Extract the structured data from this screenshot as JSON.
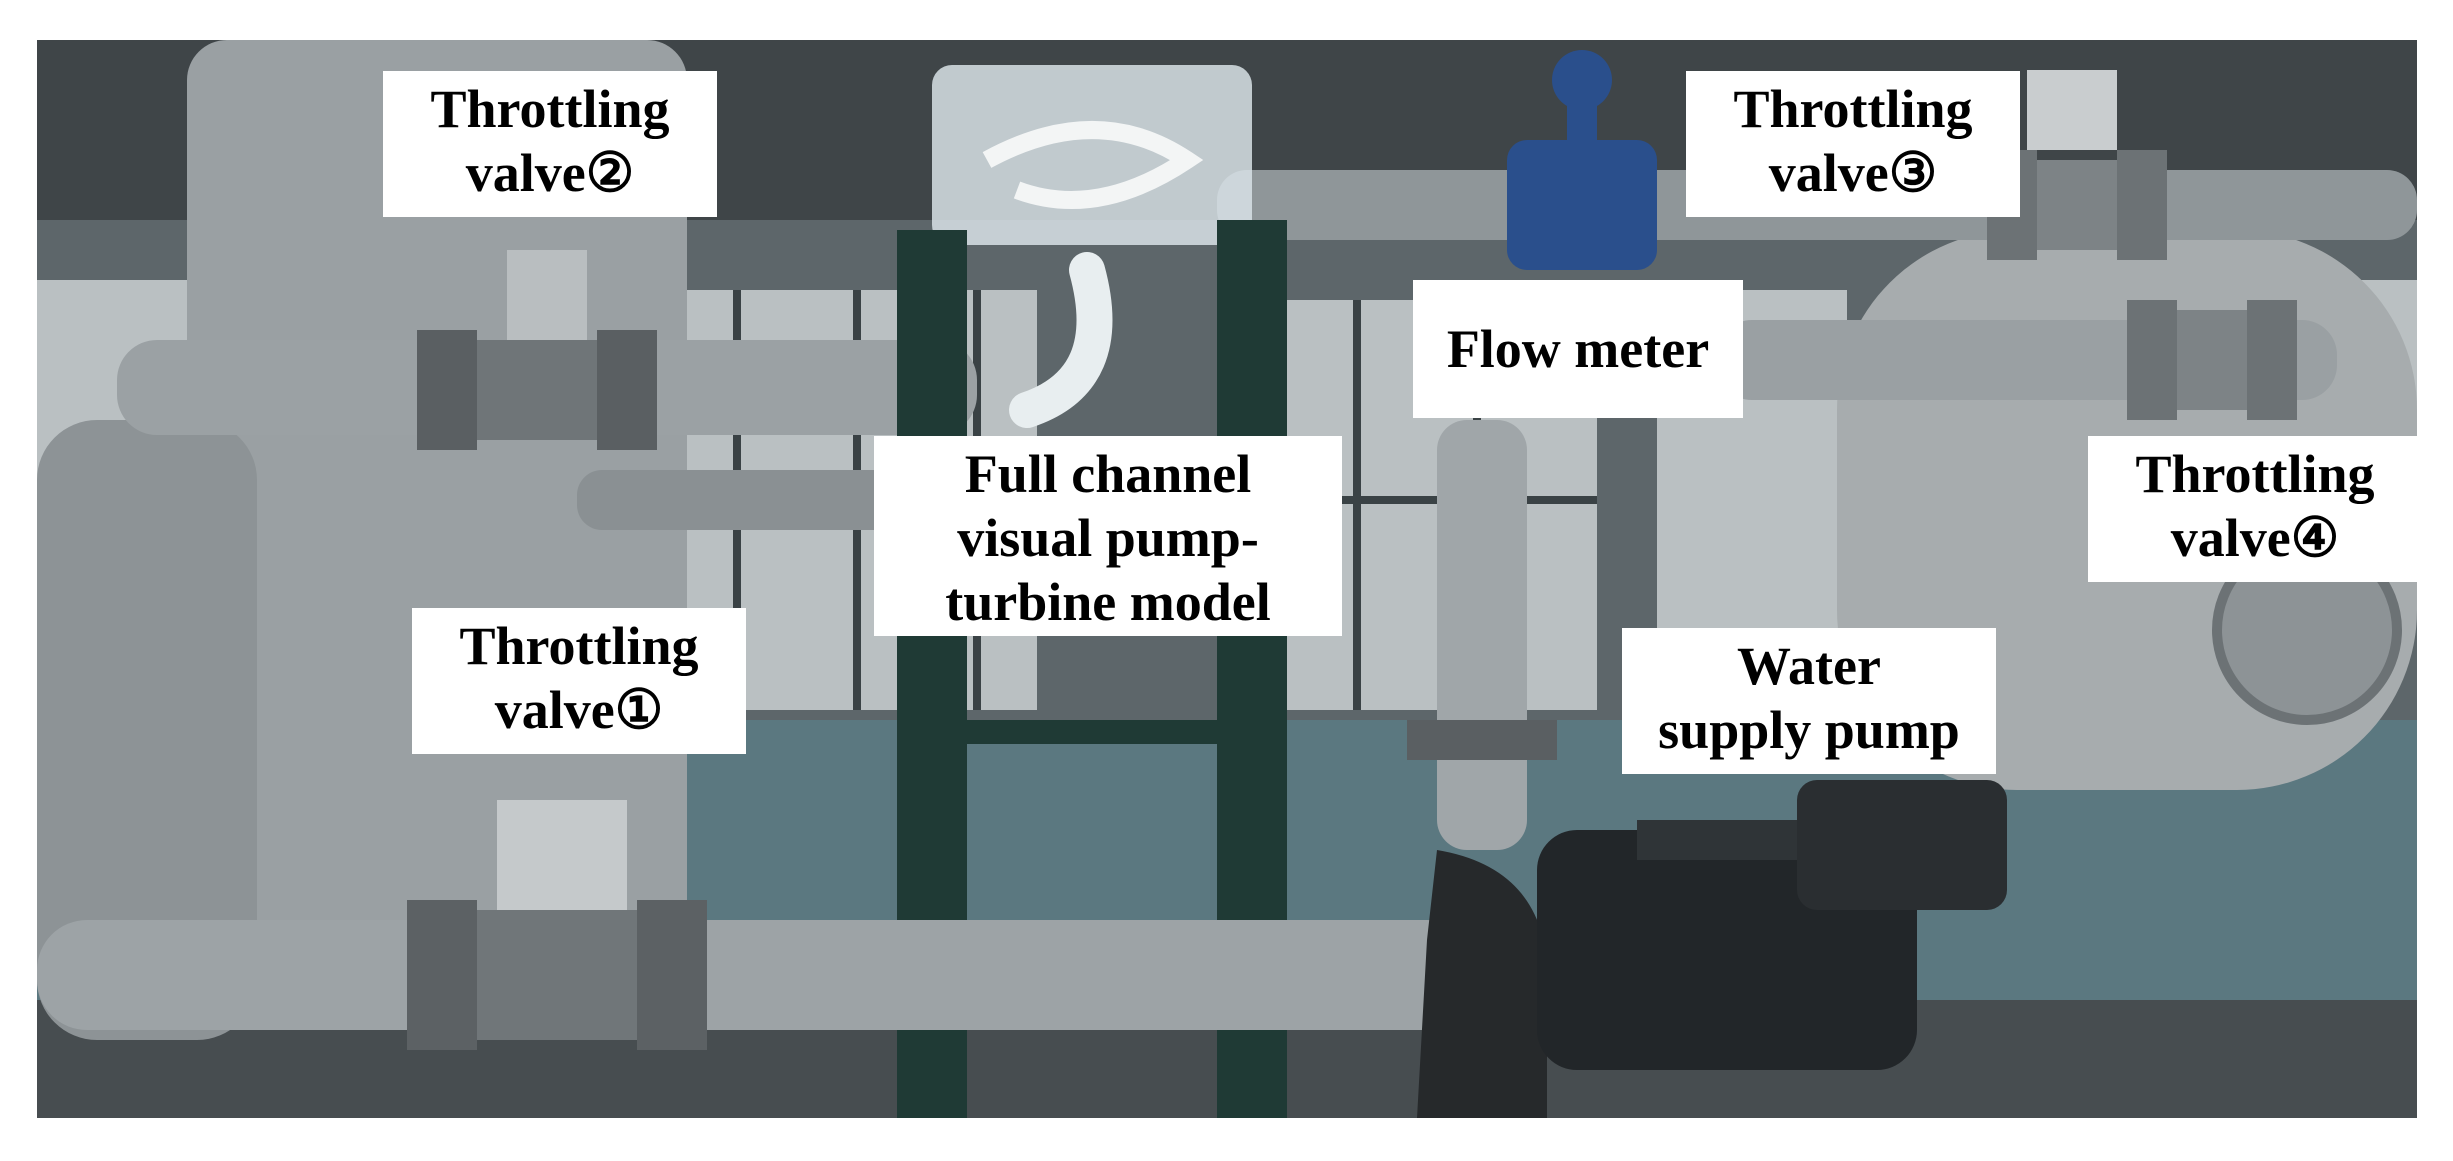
{
  "labels": {
    "valve2": {
      "line1": "Throttling",
      "line2": "valve②"
    },
    "valve3": {
      "line1": "Throttling",
      "line2": "valve③"
    },
    "flow_meter": "Flow meter",
    "model": {
      "line1": "Full channel",
      "line2": "visual pump-",
      "line3": "turbine model"
    },
    "valve4": {
      "line1": "Throttling",
      "line2": "valve④"
    },
    "valve1": {
      "line1": "Throttling",
      "line2": "valve①"
    },
    "pump": {
      "line1": "Water",
      "line2": "supply pump"
    }
  },
  "colors": {
    "label_bg": "#ffffff",
    "label_text": "#000000",
    "steel_pipe": "#8f9699",
    "support_frame": "#1f3a35",
    "flow_meter_body": "#2a4f8c",
    "pump_motor": "#222629"
  }
}
